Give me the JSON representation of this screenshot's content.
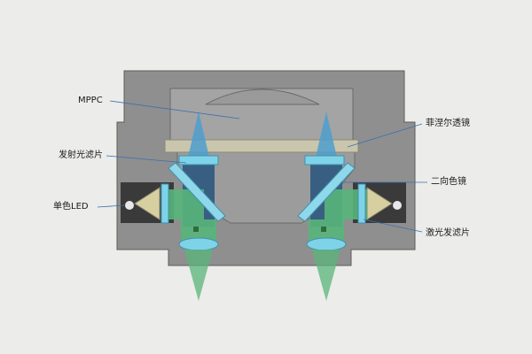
{
  "labels": {
    "mppc": "MPPC",
    "fresnel": "菲涅尔透镜",
    "emission_filter": "发射光滤片",
    "dichroic": "二向色镜",
    "led": "单色LED",
    "excitation_filter": "激光发滤片"
  },
  "colors": {
    "background": "#ececea",
    "housing": "#8f8f8f",
    "housing_dark": "#6f6f6f",
    "fresnel_lens": "#c9c6ad",
    "filter": "#7fd3e8",
    "beam_blue": "#4d9fce",
    "beam_green": "#58b57a",
    "led_body": "#3a3a3a",
    "leader_line": "#3b6fb0"
  }
}
